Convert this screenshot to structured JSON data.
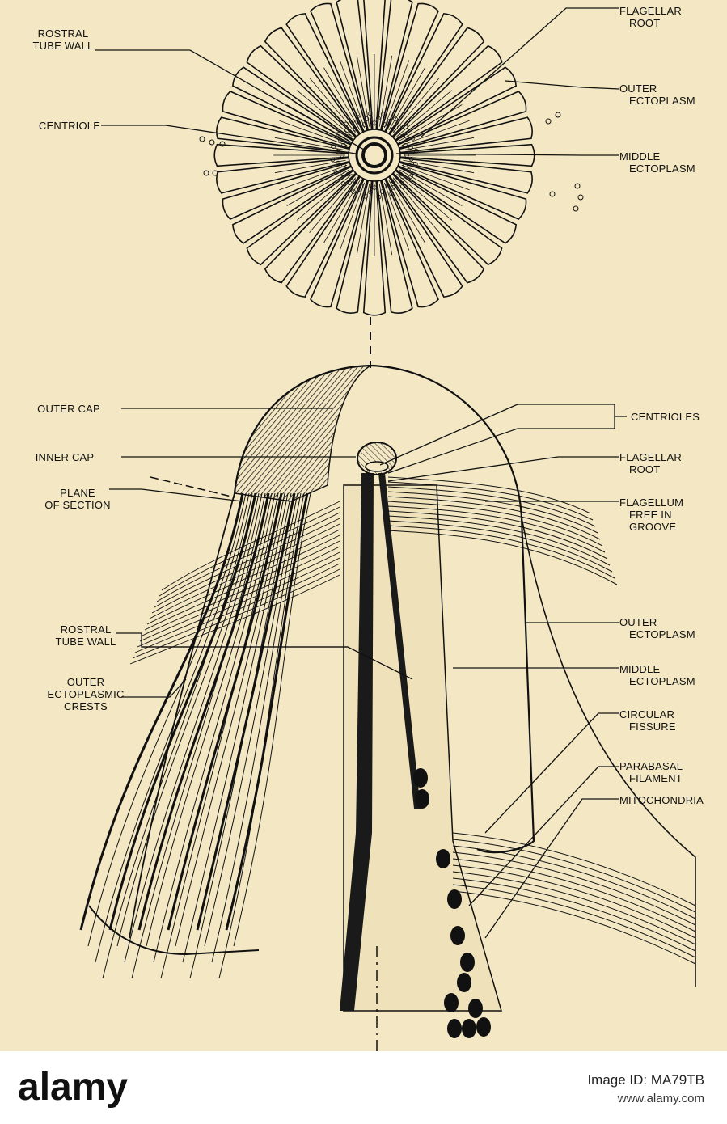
{
  "labels": {
    "flagellar_root_top": [
      "FLAGELLAR",
      "ROOT"
    ],
    "rostral_tube_wall_top": [
      "ROSTRAL",
      "TUBE WALL"
    ],
    "outer_ectoplasm_top": [
      "OUTER",
      "ECTOPLASM"
    ],
    "centriole_top": [
      "CENTRIOLE"
    ],
    "middle_ectoplasm_top": [
      "MIDDLE",
      "ECTOPLASM"
    ],
    "outer_cap": [
      "OUTER CAP"
    ],
    "centrioles": [
      "CENTRIOLES"
    ],
    "inner_cap": [
      "INNER CAP"
    ],
    "flagellar_root_bottom": [
      "FLAGELLAR",
      "ROOT"
    ],
    "plane_of_section": [
      "PLANE",
      "OF SECTION"
    ],
    "flagellum_free": [
      "FLAGELLUM",
      "FREE IN",
      "GROOVE"
    ],
    "rostral_tube_wall_bottom": [
      "ROSTRAL",
      "TUBE WALL"
    ],
    "outer_ectoplasm_bottom": [
      "OUTER",
      "ECTOPLASM"
    ],
    "outer_ectoplasmic_crests": [
      "OUTER",
      "ECTOPLASMIC",
      "CRESTS"
    ],
    "middle_ectoplasm_bottom": [
      "MIDDLE",
      "ECTOPLASM"
    ],
    "circular_fissure": [
      "CIRCULAR",
      "FISSURE"
    ],
    "parabasal_filament": [
      "PARABASAL",
      "FILAMENT"
    ],
    "mitochondria": [
      "MITOCHONDRIA"
    ]
  },
  "stock": {
    "logo_text": "alamy",
    "image_id": "Image ID: MA79TB",
    "url": "www.alamy.com"
  },
  "colors": {
    "paper": "#f4e8c4",
    "ink": "#111111"
  }
}
